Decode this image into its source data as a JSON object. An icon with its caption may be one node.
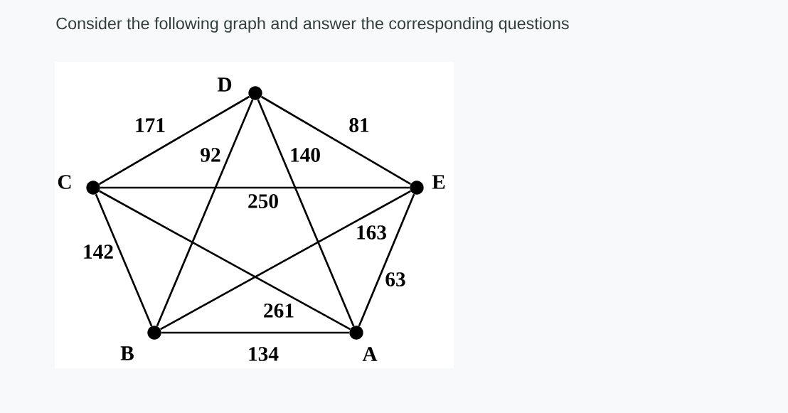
{
  "diagram": {
    "title": "Consider the following graph and answer the corresponding questions",
    "nodes": [
      {
        "text": [
          "D"
        ]
      },
      {
        "text": [
          "C"
        ]
      },
      {
        "text": [
          "E"
        ]
      },
      {
        "text": [
          "B"
        ]
      },
      {
        "text": [
          "A"
        ]
      }
    ],
    "edges": [
      {
        "from": 1,
        "to": 0,
        "arrow": "none",
        "label": "171"
      },
      {
        "from": 0,
        "to": 2,
        "arrow": "none",
        "label": "81"
      },
      {
        "from": 0,
        "to": 3,
        "arrow": "none",
        "label": "92"
      },
      {
        "from": 0,
        "to": 4,
        "arrow": "none",
        "label": "140"
      },
      {
        "from": 1,
        "to": 2,
        "arrow": "none",
        "label": "250"
      },
      {
        "from": 3,
        "to": 2,
        "arrow": "none",
        "label": "163"
      },
      {
        "from": 1,
        "to": 3,
        "arrow": "none",
        "label": "142"
      },
      {
        "from": 2,
        "to": 4,
        "arrow": "none",
        "label": "63"
      },
      {
        "from": 1,
        "to": 4,
        "arrow": "none",
        "label": "261"
      },
      {
        "from": 3,
        "to": 4,
        "arrow": "none",
        "label": "134"
      }
    ]
  }
}
